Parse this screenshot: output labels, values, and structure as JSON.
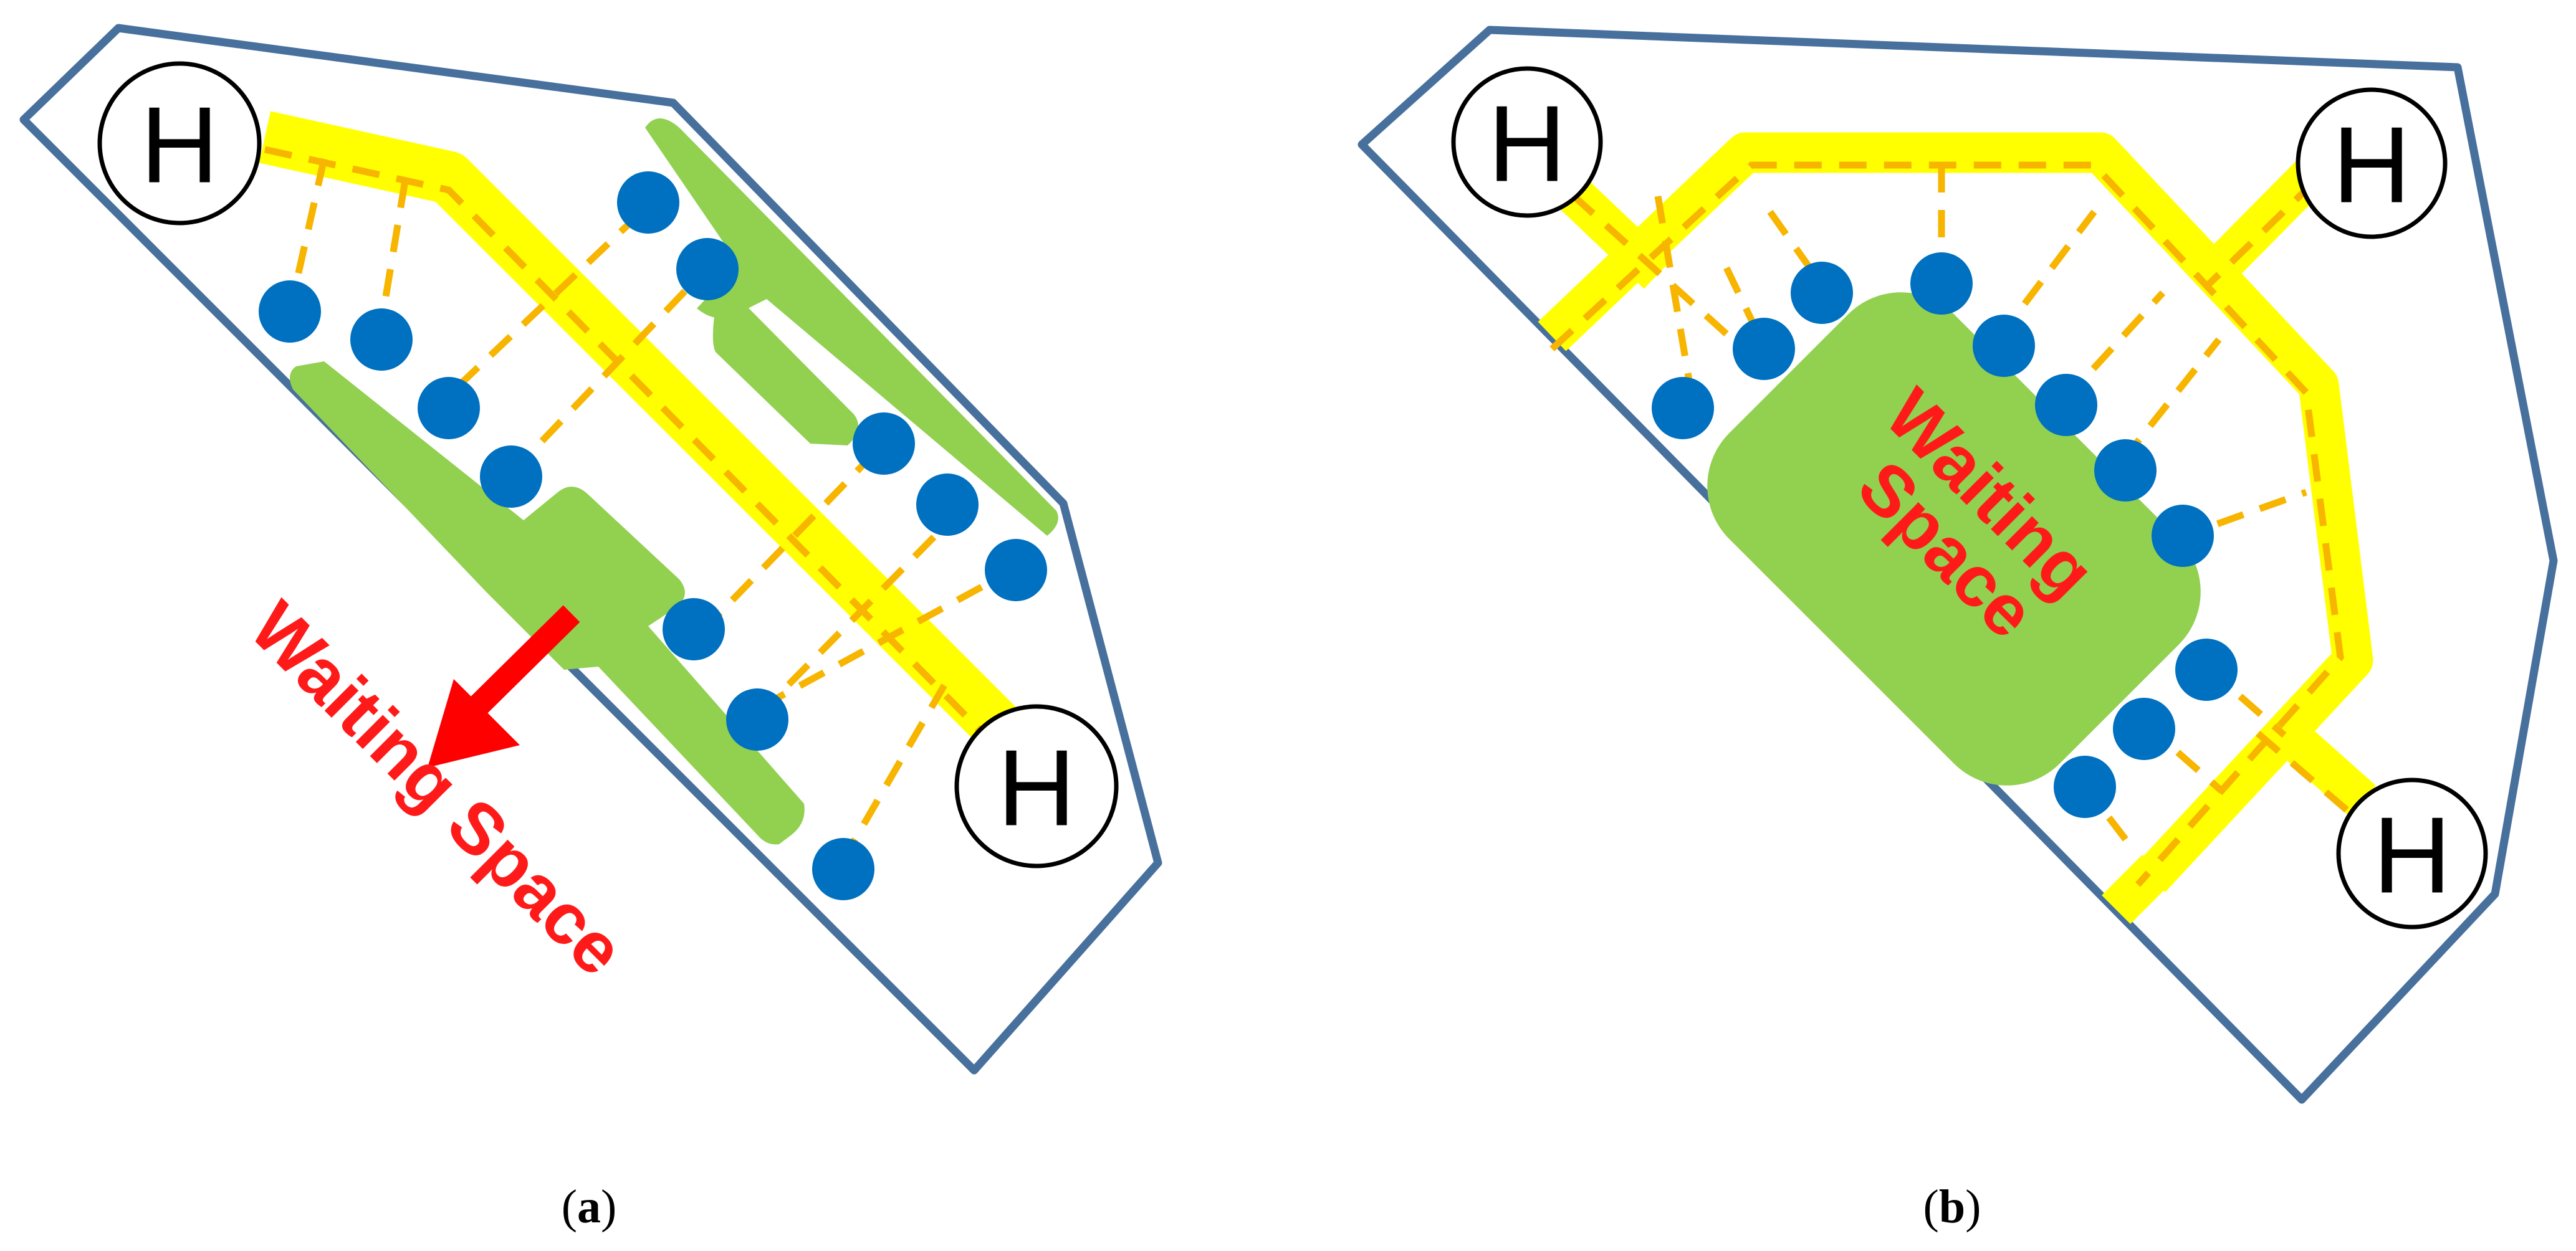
{
  "colors": {
    "boundary": "#48709d",
    "corridor": "#ffff00",
    "corridor_dash": "#f7b500",
    "waiting_area": "#92d050",
    "station": "#0070c0",
    "label": "#ff1a1a",
    "helipad_fill": "#ffffff",
    "helipad_stroke": "#000000"
  },
  "icons": {
    "helipad": "circle-H",
    "station": "filled-circle",
    "arrow": "arrow-down-left"
  },
  "panels": [
    {
      "id": "a",
      "helipad_labels": [
        "H",
        "H"
      ],
      "waiting_label_line1": "Waiting Space",
      "caption_open": "(",
      "caption_letter": "a",
      "caption_close": ")"
    },
    {
      "id": "b",
      "helipad_labels": [
        "H",
        "H",
        "H"
      ],
      "waiting_label_line1": "Waiting",
      "waiting_label_line2": "Space",
      "caption_open": "(",
      "caption_letter": "b",
      "caption_close": ")"
    }
  ]
}
